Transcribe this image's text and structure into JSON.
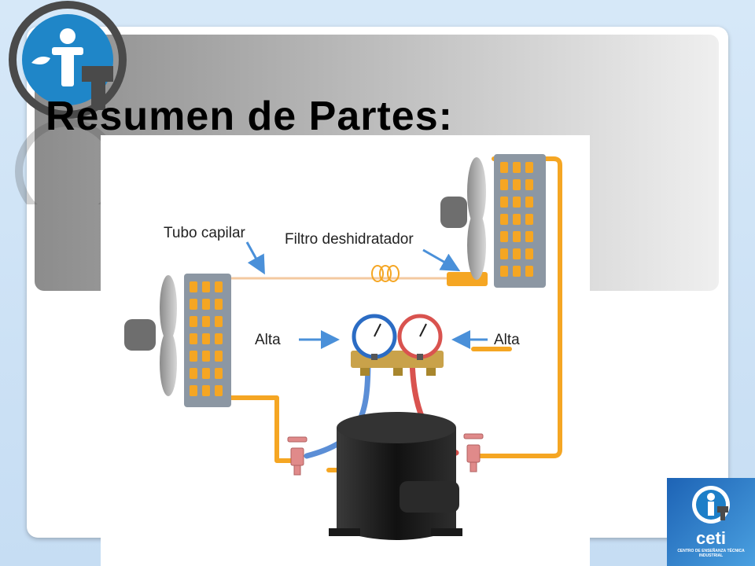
{
  "slide": {
    "title": "Resumen de Partes:"
  },
  "diagram": {
    "labels": {
      "capillary_tube": "Tubo capilar",
      "filter_drier": "Filtro deshidratador",
      "left_gauge": "Alta",
      "right_gauge": "Alta"
    },
    "colors": {
      "pipe": "#f5a623",
      "low_hose": "#5b8ed6",
      "high_hose": "#d9534f",
      "arrow": "#4a90d9",
      "coil_frame": "#7f8c9b",
      "coil_fin": "#f5a623",
      "compressor": "#1a1a1a"
    }
  },
  "logo": {
    "brand": "ceti",
    "subtitle": "CENTRO DE ENSEÑANZA TÉCNICA INDUSTRIAL"
  }
}
